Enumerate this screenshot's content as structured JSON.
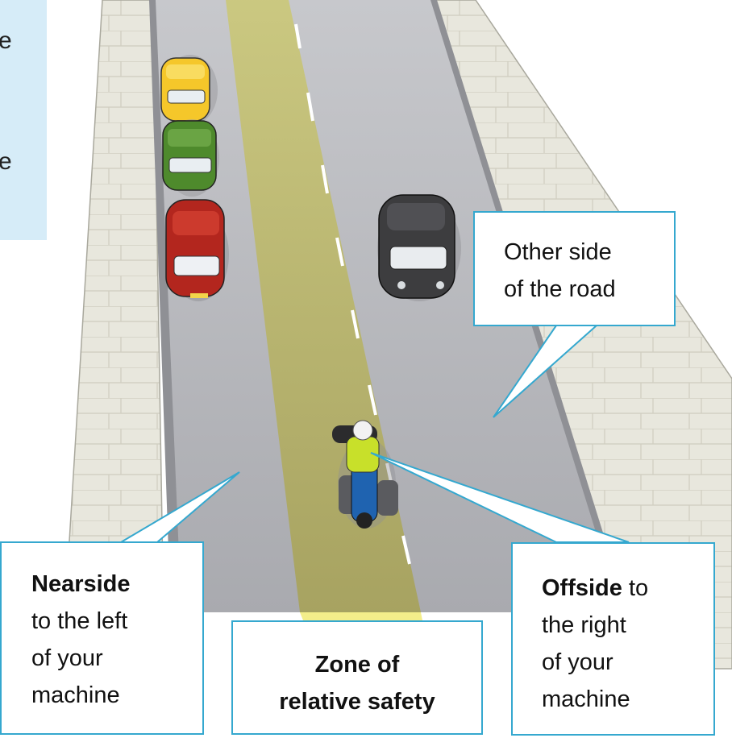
{
  "callouts": {
    "other_side": {
      "line1": "Other side",
      "line2": "of the road"
    },
    "nearside": {
      "bold": "Nearside",
      "line1": "to the left",
      "line2": "of your",
      "line3": "machine"
    },
    "zone": {
      "line1": "Zone of",
      "line2": "relative safety"
    },
    "offside": {
      "bold": "Offside",
      "rest": " to",
      "line1": "the right",
      "line2": "of your",
      "line3": "machine"
    }
  },
  "info_panel": {
    "fragment1": "e",
    "fragment2": "e"
  },
  "colors": {
    "callout_border": "#35a8cf",
    "safety_zone": "#c3bd6c",
    "road": "#bdbec2",
    "pavement": "#e6e5da",
    "info_panel": "#d6ecf8"
  },
  "vehicles": [
    {
      "kind": "car",
      "color": "yellow"
    },
    {
      "kind": "car",
      "color": "green"
    },
    {
      "kind": "car",
      "color": "red"
    },
    {
      "kind": "car",
      "color": "dark-grey"
    },
    {
      "kind": "motorcycle",
      "color": "blue"
    }
  ]
}
